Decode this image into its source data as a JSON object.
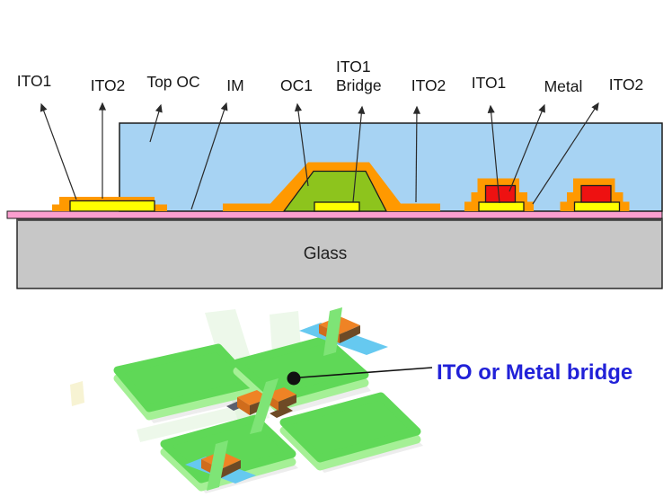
{
  "colors": {
    "top_oc_blue": "#a7d3f3",
    "ito2_orange": "#ff9900",
    "ito1_yellow": "#ffff00",
    "oc1_green": "#8dc41d",
    "metal_red": "#ee1111",
    "im_pink": "#fb9ecf",
    "glass_gray": "#c7c7c7",
    "outline_black": "#1c1c1c",
    "pad_green": "#5fd857",
    "pad_green_light": "#a5f096",
    "bridge_orange": "#ef8325",
    "bridge_orange_dark": "#d06c1c",
    "bridge_brown": "#6e4a26",
    "ribbon_blue": "#66c9f0",
    "strip_green": "#7ee476",
    "label_blue": "#2121d8",
    "watermark_green": "#dff2d8"
  },
  "cross_section": {
    "labels": [
      {
        "text": "ITO1"
      },
      {
        "text": "ITO2"
      },
      {
        "text": "Top OC"
      },
      {
        "text": "IM"
      },
      {
        "text": "OC1"
      },
      {
        "text": "ITO1"
      },
      {
        "text": "Bridge"
      },
      {
        "text": "ITO2"
      },
      {
        "text": "ITO1"
      },
      {
        "text": "Metal"
      },
      {
        "text": "ITO2"
      }
    ],
    "glass_label": "Glass"
  },
  "bottom_figure": {
    "bridge_label": "ITO or Metal bridge"
  }
}
